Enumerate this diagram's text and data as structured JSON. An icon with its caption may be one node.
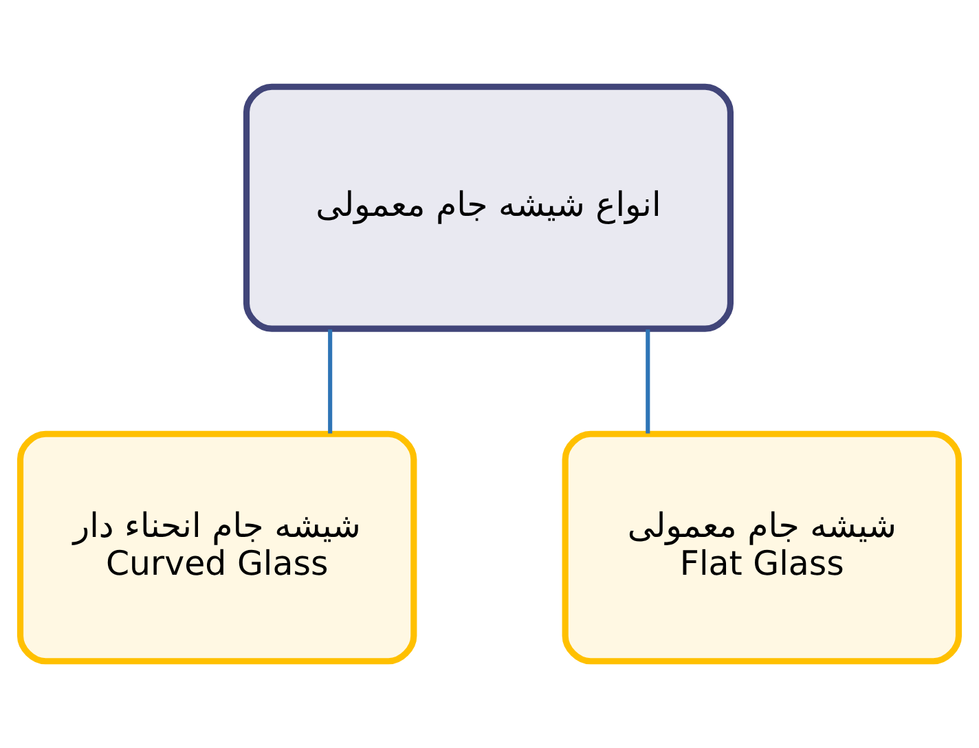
{
  "diagram": {
    "nodes": [
      {
        "text": [
          "انواع شیشه جام معمولی"
        ]
      },
      {
        "text": [
          "شیشه جام انحناء دار",
          "Curved Glass"
        ]
      },
      {
        "text": [
          "شیشه جام معمولی",
          "Flat Glass"
        ]
      }
    ],
    "edges": [
      {
        "from": 0,
        "to": 1,
        "arrow": "none"
      },
      {
        "from": 0,
        "to": 2,
        "arrow": "none"
      }
    ]
  }
}
